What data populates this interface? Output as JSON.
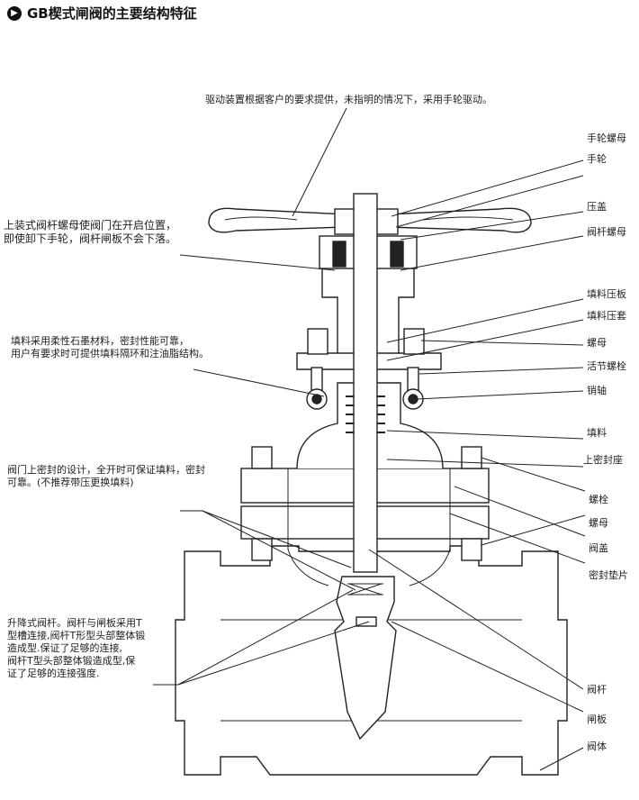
{
  "title": "GB楔式闸阀的主要结构特征",
  "notes": {
    "top": "驱动装置根据客户的要求提供，未指明的情况下，采用手轮驱动。",
    "stem_nut": [
      "上装式阀杆螺母使阀门在开启位置，",
      "即使卸下手轮，阀杆闸板不会下落。"
    ],
    "packing": [
      "填料采用柔性石墨材料，密封性能可靠，",
      "用户有要求时可提供填料隔环和注油脂结构。"
    ],
    "backseat": [
      "阀门上密封的设计，全开时可保证填料，密封",
      "可靠。(不推荐带压更换填料)"
    ],
    "rising_stem": [
      "升降式阀杆。阀杆与闸板采用T",
      "型槽连接,阀杆T形型头部整体锻",
      "造成型.保证了足够的连接,",
      "阀杆T型头部整体锻造成型,保",
      "证了足够的连接强度."
    ]
  },
  "labels": {
    "handwheel_nut": "手轮螺母",
    "handwheel": "手轮",
    "gland_cap": "压盖",
    "stem_nut": "阀杆螺母",
    "gland_flange": "填料压板",
    "gland": "填料压套",
    "nut1": "螺母",
    "eyebolt": "活节螺栓",
    "pin": "销轴",
    "packing": "填料",
    "backseat": "上密封座",
    "bolt": "螺栓",
    "nut2": "螺母",
    "bonnet": "阀盖",
    "gasket": "密封垫片",
    "stem": "阀杆",
    "wedge": "闸板",
    "body": "阀体"
  }
}
